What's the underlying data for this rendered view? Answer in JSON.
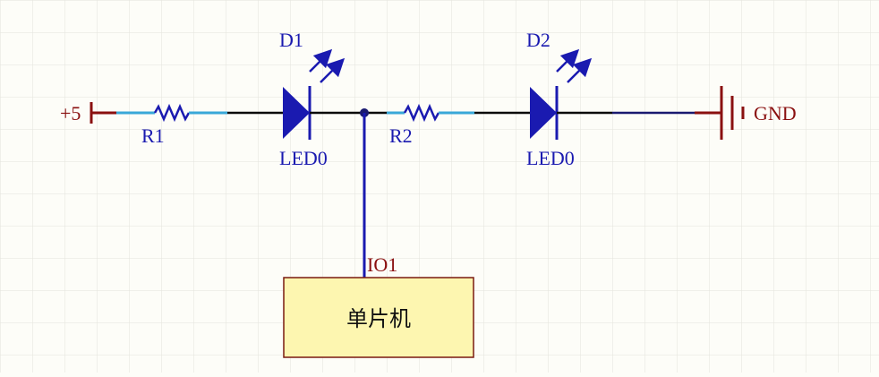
{
  "colors": {
    "wire": "#0b0b0b",
    "component": "#1a1ab0",
    "pin": "#39a8d8",
    "power": "#8a1010",
    "mcu_fill": "#fdf6b0",
    "mcu_border": "#7a1a10",
    "grid": "#e4e4dc"
  },
  "power": {
    "label": "+5"
  },
  "ground": {
    "label": "GND"
  },
  "r1": {
    "designator": "R1"
  },
  "r2": {
    "designator": "R2"
  },
  "d1": {
    "designator": "D1",
    "value": "LED0"
  },
  "d2": {
    "designator": "D2",
    "value": "LED0"
  },
  "net": {
    "io_label": "IO1"
  },
  "mcu": {
    "label": "单片机"
  }
}
